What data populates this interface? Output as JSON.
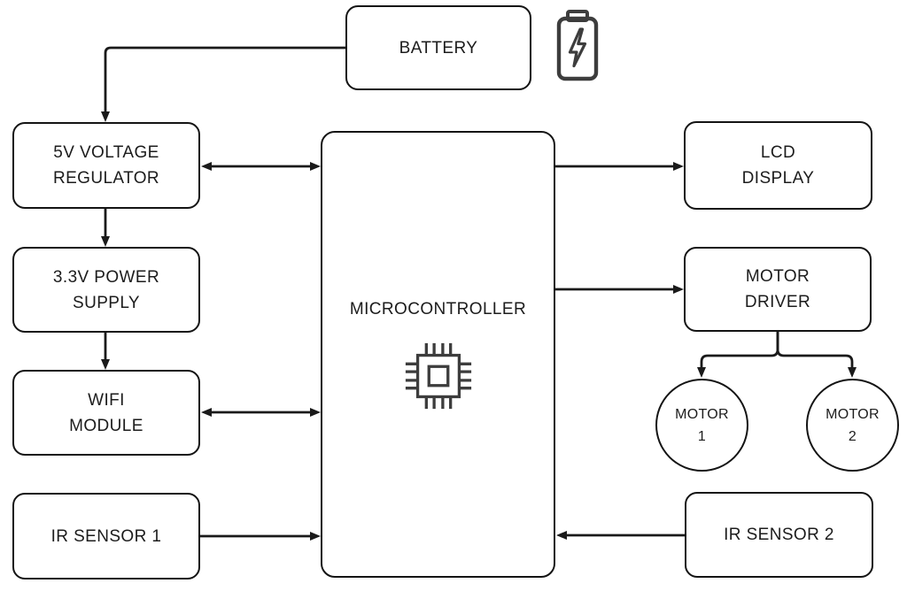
{
  "diagram": {
    "background": "#ffffff",
    "colors": {
      "line": "#1a1a1a",
      "box_border": "#141414",
      "box_fill": "#ffffff",
      "text": "#1c1c1c",
      "icon": "#3d3d3d"
    },
    "blocks": {
      "battery": {
        "lines": [
          "BATTERY"
        ]
      },
      "regulator5v": {
        "lines": [
          "5V VOLTAGE",
          "REGULATOR"
        ]
      },
      "power33v": {
        "lines": [
          "3.3V POWER",
          "SUPPLY"
        ]
      },
      "wifi": {
        "lines": [
          "WIFI",
          "MODULE"
        ]
      },
      "ir1": {
        "lines": [
          "IR SENSOR 1"
        ]
      },
      "mcu": {
        "lines": [
          "MICROCONTROLLER"
        ]
      },
      "lcd": {
        "lines": [
          "LCD",
          "DISPLAY"
        ]
      },
      "motor_driver": {
        "lines": [
          "MOTOR",
          "DRIVER"
        ]
      },
      "motor1": {
        "lines": [
          "MOTOR",
          "1"
        ]
      },
      "motor2": {
        "lines": [
          "MOTOR",
          "2"
        ]
      },
      "ir2": {
        "lines": [
          "IR SENSOR 2"
        ]
      }
    },
    "icons": {
      "battery_icon": "battery-with-lightning-bolt",
      "mcu_icon": "microchip"
    },
    "connections": [
      {
        "from": "battery",
        "to": "regulator5v",
        "direction": "one-way"
      },
      {
        "from": "regulator5v",
        "to": "mcu",
        "direction": "two-way"
      },
      {
        "from": "regulator5v",
        "to": "power33v",
        "direction": "one-way"
      },
      {
        "from": "power33v",
        "to": "wifi",
        "direction": "one-way"
      },
      {
        "from": "wifi",
        "to": "mcu",
        "direction": "two-way"
      },
      {
        "from": "ir1",
        "to": "mcu",
        "direction": "one-way"
      },
      {
        "from": "mcu",
        "to": "lcd",
        "direction": "one-way"
      },
      {
        "from": "mcu",
        "to": "motor_driver",
        "direction": "one-way"
      },
      {
        "from": "motor_driver",
        "to": "motor1",
        "direction": "one-way"
      },
      {
        "from": "motor_driver",
        "to": "motor2",
        "direction": "one-way"
      },
      {
        "from": "ir2",
        "to": "mcu",
        "direction": "one-way"
      }
    ]
  }
}
